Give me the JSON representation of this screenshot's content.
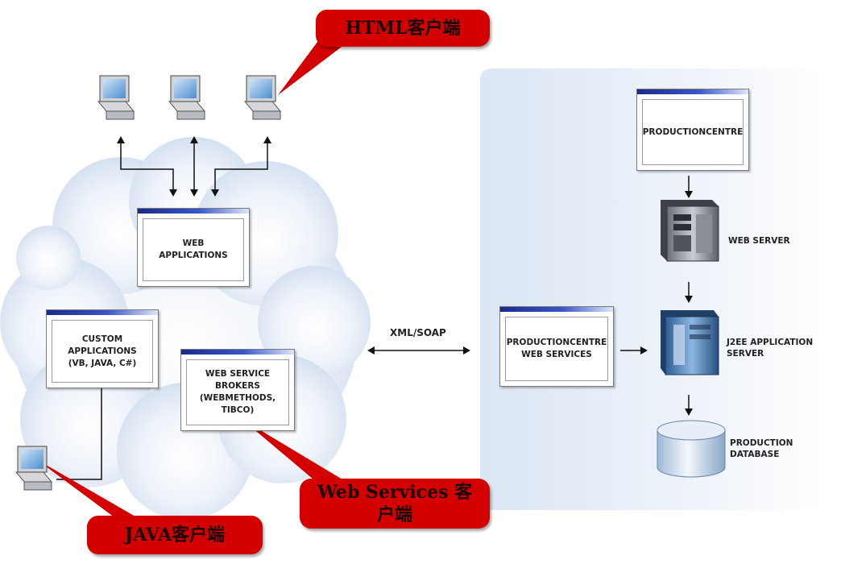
{
  "callouts": {
    "html_client": "HTML客户端",
    "java_client": "JAVA客户端",
    "ws_client_line1": "Web Services 客",
    "ws_client_line2": "户端"
  },
  "left_panel": {
    "web_applications": [
      "WEB",
      "APPLICATIONS"
    ],
    "custom_applications": [
      "CUSTOM",
      "APPLICATIONS",
      "(VB, JAVA, C#)"
    ],
    "web_service_brokers": [
      "WEB SERVICE",
      "BROKERS",
      "(WEBMETHODS, TIBCO)"
    ]
  },
  "connector": {
    "label": "XML/SOAP"
  },
  "right_panel": {
    "product_window_label": "PRODUCTIONCENTRE",
    "product_ws": [
      "PRODUCTIONCENTRE",
      "WEB SERVICES"
    ],
    "web_server": "WEB SERVER",
    "j2ee": [
      "J2EE APPLICATION",
      "SERVER"
    ],
    "database": [
      "PRODUCTION",
      "DATABASE"
    ]
  },
  "colors": {
    "callout_red": "#d40000",
    "panel_blue": "#e6eef8",
    "cloud": "#dde8f5",
    "window_titlebar": "#1a2a8a"
  }
}
